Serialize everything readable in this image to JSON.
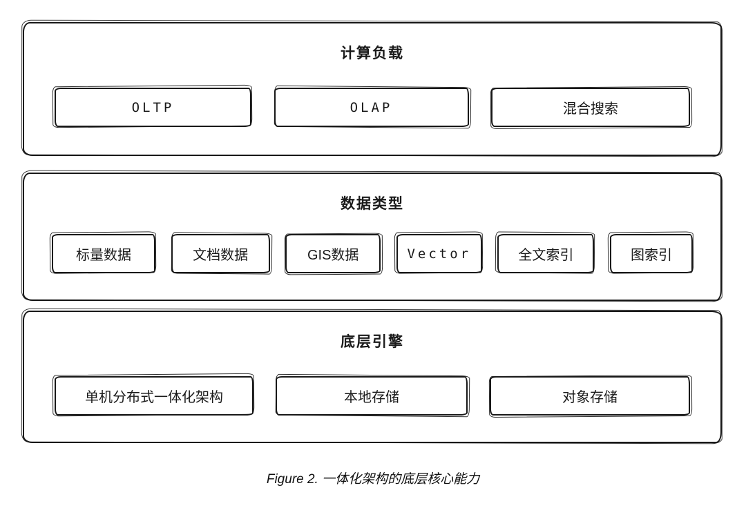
{
  "colors": {
    "stroke": "#181818",
    "background": "#ffffff"
  },
  "diagram": {
    "sections": [
      {
        "title": "计算负载",
        "items": [
          "OLTP",
          "OLAP",
          "混合搜索"
        ]
      },
      {
        "title": "数据类型",
        "items": [
          "标量数据",
          "文档数据",
          "GIS数据",
          "Vector",
          "全文索引",
          "图索引"
        ]
      },
      {
        "title": "底层引擎",
        "items": [
          "单机分布式一体化架构",
          "本地存储",
          "对象存储"
        ]
      }
    ],
    "caption": "Figure 2. 一体化架构的底层核心能力"
  }
}
